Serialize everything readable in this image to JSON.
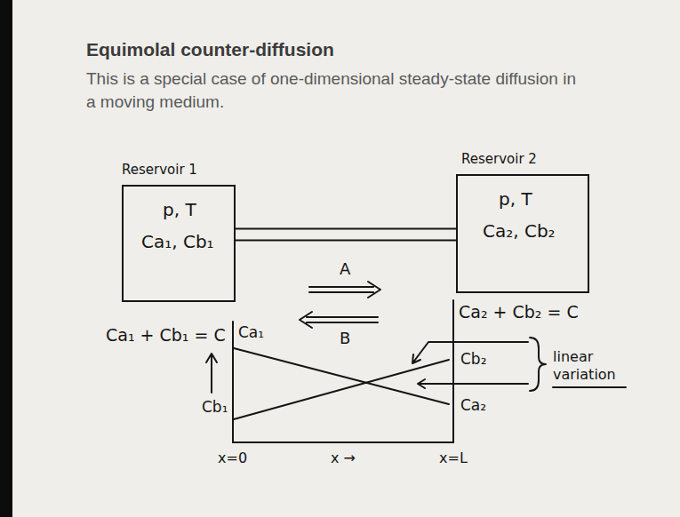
{
  "diagram": {
    "title": "Equimolal counter-diffusion",
    "nodes": [
      {
        "text": [
          "Reservoir 1",
          "p, T",
          "Ca₁, Cb₁"
        ]
      },
      {
        "text": [
          "Reservoir 2",
          "p, T",
          "Ca₂, Cb₂"
        ]
      }
    ],
    "edges": [
      {
        "from": 0,
        "to": 1,
        "arrow": "none"
      }
    ],
    "labels": [
      "This is a special case of one-dimensional steady-state diffusion in a moving medium.",
      "A",
      "B",
      "Ca₁ + Cb₁ = C",
      "Ca₁",
      "Ca₂ + Cb₂ = C",
      "Cb₂",
      "Cb₁",
      "Ca₂",
      "linear variation",
      "x=0",
      "x →",
      "x=L"
    ]
  }
}
